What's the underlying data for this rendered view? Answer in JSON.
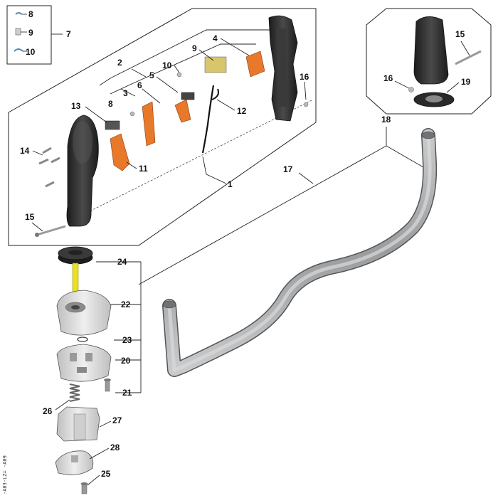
{
  "callouts": {
    "c1": "1",
    "c2": "2",
    "c3": "3",
    "c4": "4",
    "c5": "5",
    "c6": "6",
    "c7": "7",
    "c8_inset": "8",
    "c9_inset": "9",
    "c10_inset": "10",
    "c8": "8",
    "c9": "9",
    "c10": "10",
    "c11": "11",
    "c12": "12",
    "c13": "13",
    "c14": "14",
    "c15_left": "15",
    "c15_right": "15",
    "c16_left": "16",
    "c16_right": "16",
    "c17": "17",
    "c18": "18",
    "c19": "19",
    "c20": "20",
    "c21": "21",
    "c22": "22",
    "c23": "23",
    "c24": "24",
    "c25": "25",
    "c26": "26",
    "c27": "27",
    "c28": "28"
  },
  "drawing_code": "-A03-LZ= -A09",
  "colors": {
    "orange": "#e8782a",
    "dark_plastic": "#2a2a2a",
    "tube": "#a9abad",
    "light_plastic": "#d9d9d9",
    "yellow_rod": "#e8e020"
  }
}
